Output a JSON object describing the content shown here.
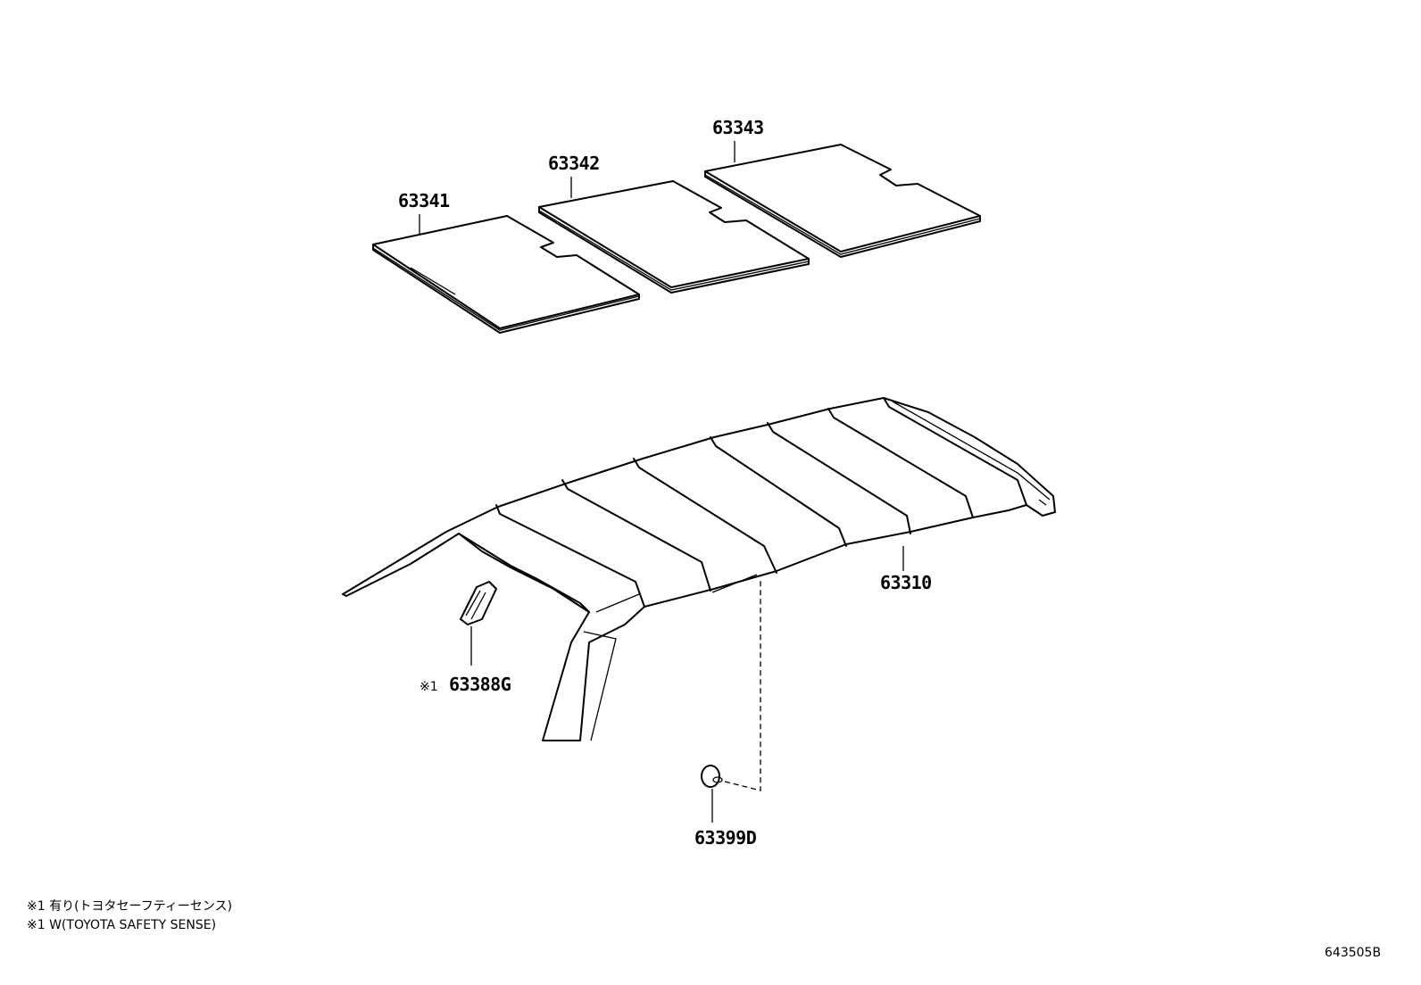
{
  "diagram": {
    "parts": {
      "pad_1": "63341",
      "pad_2": "63342",
      "pad_3": "63343",
      "headliner": "63310",
      "clip": "63399D",
      "cover": "63388G",
      "cover_mark": "※1"
    },
    "notes": {
      "jp": "※1 有り(トヨタセーフティーセンス)",
      "en": "※1 W(TOYOTA SAFETY SENSE)"
    },
    "drawing_code": "643505B"
  }
}
